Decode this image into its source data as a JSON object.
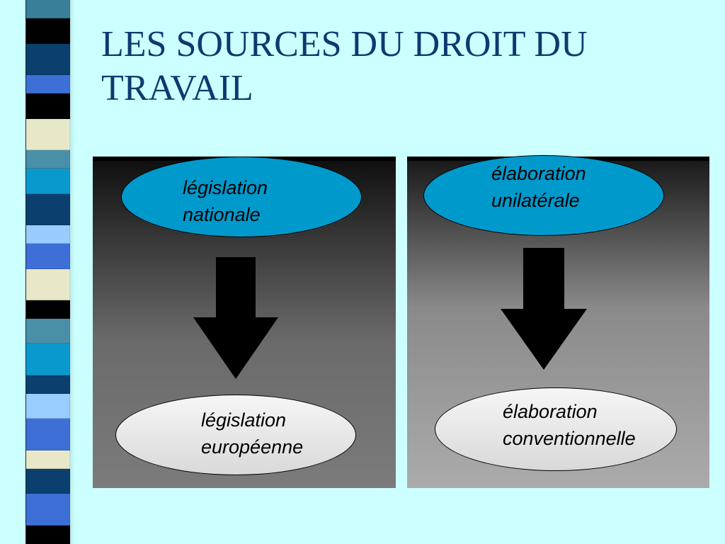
{
  "title": "LES SOURCES DU DROIT DU TRAVAIL",
  "colors": {
    "background": "#ccffff",
    "title": "#0b3b6e",
    "ellipse_top": "#0099cc",
    "ellipse_bottom": "#e6e6e6",
    "stripes": [
      "#3a7f99",
      "#000000",
      "#0a3f6e",
      "#3d6fd6",
      "#000000",
      "#e8e8c8",
      "#4a8fa8",
      "#0a99cc",
      "#0a3f6e",
      "#99ccff",
      "#3d6fd6",
      "#e8e8c8",
      "#000000",
      "#4a8fa8",
      "#0a99cc",
      "#0a3f6e",
      "#99ccff",
      "#3d6fd6",
      "#e8e8c8",
      "#0a3f6e",
      "#3d6fd6",
      "#000000"
    ]
  },
  "left_column": {
    "top_node": {
      "line1": "législation",
      "line2": "nationale"
    },
    "bottom_node": {
      "line1": "législation",
      "line2": "européenne"
    }
  },
  "right_column": {
    "top_node": {
      "line1": "élaboration",
      "line2": "unilatérale"
    },
    "bottom_node": {
      "line1": "élaboration",
      "line2": "conventionnelle"
    }
  }
}
